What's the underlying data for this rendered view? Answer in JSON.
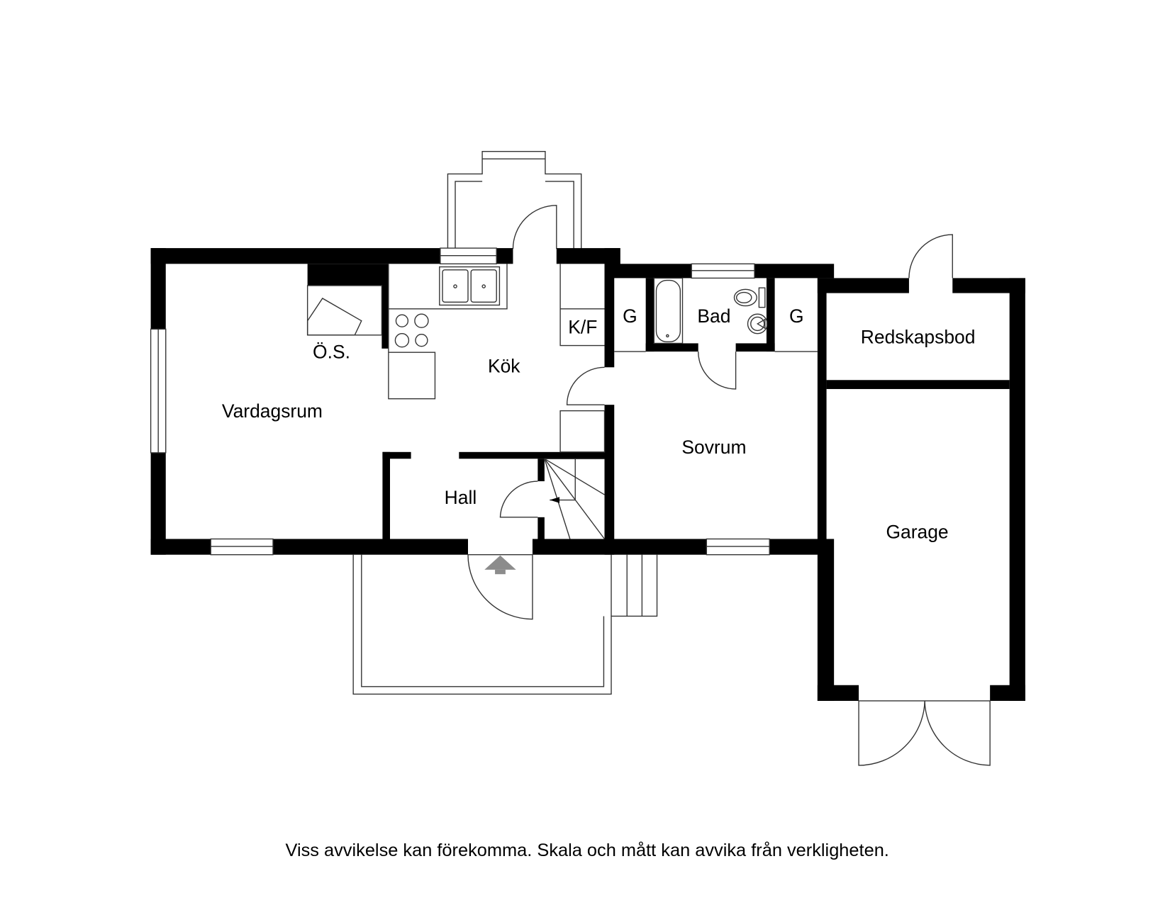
{
  "floorplan": {
    "rooms": [
      {
        "id": "vardagsrum",
        "label": "Vardagsrum"
      },
      {
        "id": "ob",
        "label": "Ö.S."
      },
      {
        "id": "kok",
        "label": "Kök"
      },
      {
        "id": "kf",
        "label": "K/F"
      },
      {
        "id": "g1",
        "label": "G"
      },
      {
        "id": "bad",
        "label": "Bad"
      },
      {
        "id": "g2",
        "label": "G"
      },
      {
        "id": "redskapsbod",
        "label": "Redskapsbod"
      },
      {
        "id": "hall",
        "label": "Hall"
      },
      {
        "id": "sovrum",
        "label": "Sovrum"
      },
      {
        "id": "garage",
        "label": "Garage"
      }
    ],
    "entrance_marker": "entrance-arrow-icon",
    "colors": {
      "wall": "#000000",
      "line": "#333333",
      "entrance_arrow": "#8c8c8c",
      "background": "#ffffff"
    }
  },
  "footer": {
    "disclaimer": "Viss avvikelse kan förekomma. Skala och mått kan avvika från verkligheten."
  }
}
